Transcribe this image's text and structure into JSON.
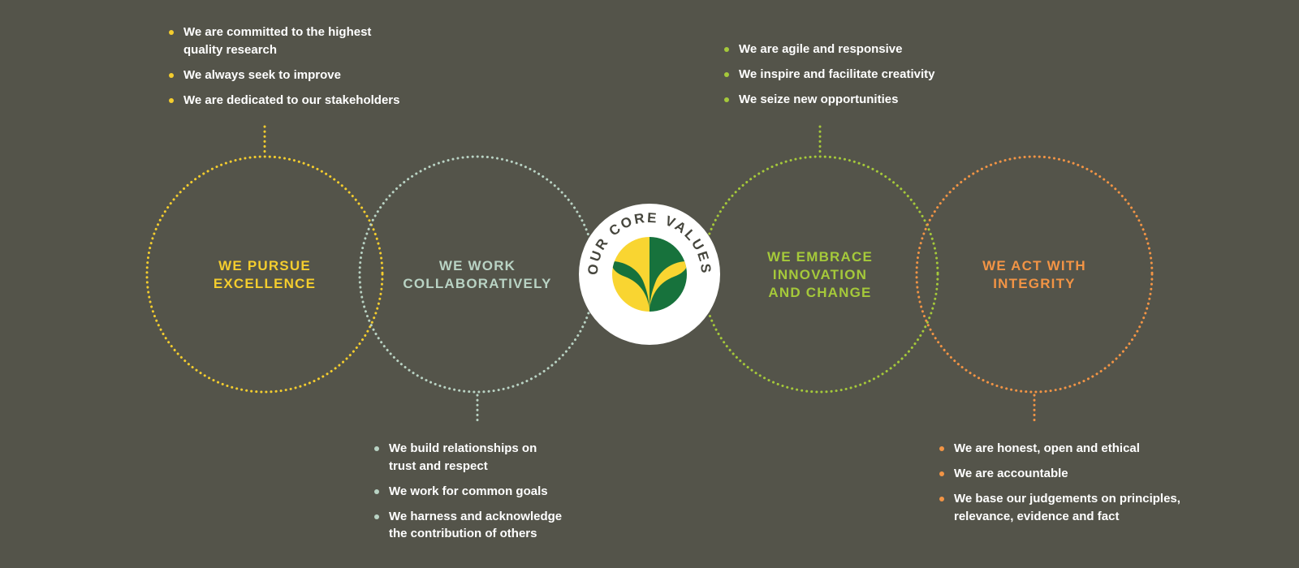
{
  "center_badge": {
    "label": "OUR CORE VALUES",
    "text_color": "#45453c",
    "leaf_colors": {
      "left": "#f9d531",
      "right": "#17723c"
    }
  },
  "values": [
    {
      "id": "excellence",
      "title": "WE PURSUE\nEXCELLENCE",
      "color": "#f4cd2e",
      "bullets": [
        "We are committed to the highest\nquality research",
        "We always seek to improve",
        "We are dedicated to our stakeholders"
      ]
    },
    {
      "id": "collaboration",
      "title": "WE WORK\nCOLLABORATIVELY",
      "color": "#b9d3c4",
      "bullets": [
        "We build relationships on\ntrust and respect",
        "We work for common goals",
        "We harness and acknowledge\nthe contribution of others"
      ]
    },
    {
      "id": "innovation",
      "title": "WE EMBRACE\nINNOVATION\nAND CHANGE",
      "color": "#a5c93a",
      "bullets": [
        "We are agile and responsive",
        "We inspire and facilitate creativity",
        "We seize new opportunities"
      ]
    },
    {
      "id": "integrity",
      "title": "WE ACT WITH\nINTEGRITY",
      "color": "#f29445",
      "bullets": [
        "We are honest, open and ethical",
        "We are accountable",
        "We base our judgements on principles,\nrelevance, evidence and fact"
      ]
    }
  ]
}
